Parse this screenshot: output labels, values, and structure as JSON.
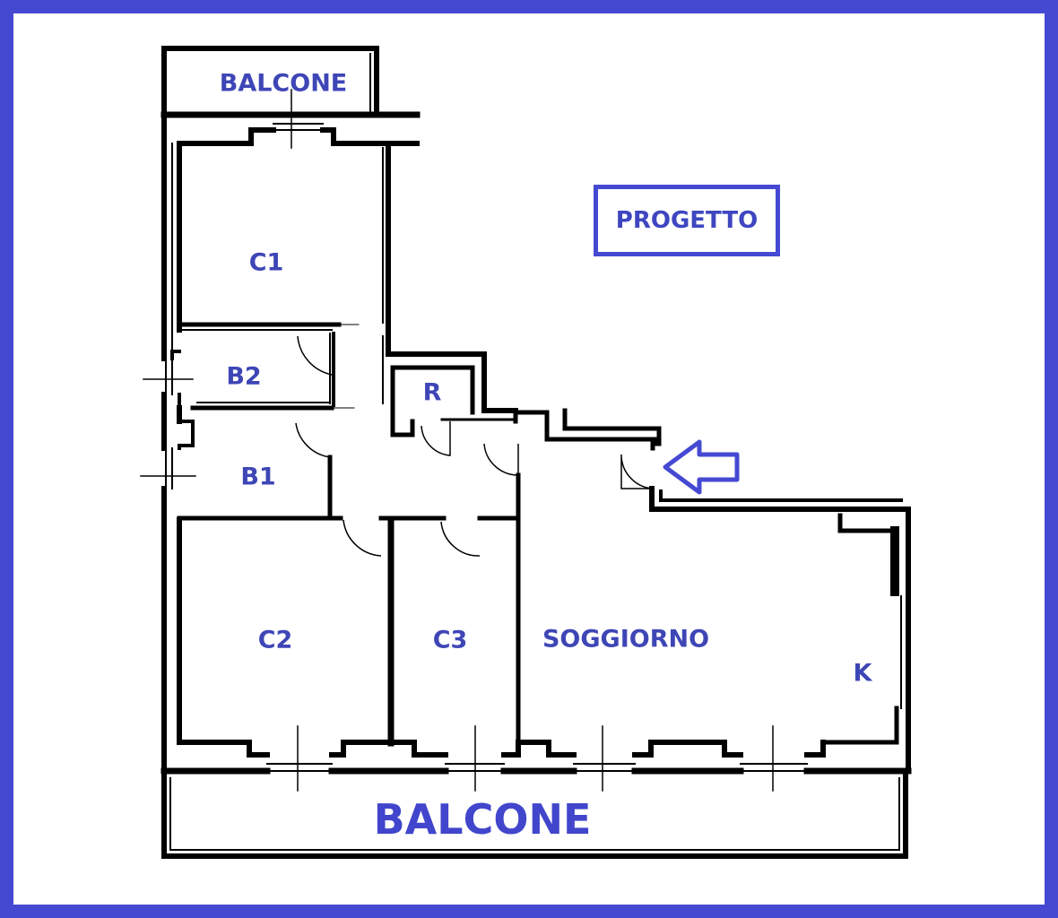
{
  "plan": {
    "stamp": "PROGETTO",
    "rooms": {
      "balcone_top": "BALCONE",
      "c1": "C1",
      "b2": "B2",
      "b1": "B1",
      "r": "R",
      "c2": "C2",
      "c3": "C3",
      "soggiorno": "SOGGIORNO",
      "k": "K",
      "balcone_bottom": "BALCONE"
    },
    "colors": {
      "frame": "#4549d2",
      "label": "#3e46b6",
      "wall": "#000000"
    },
    "entrance_icon": "arrow-left-icon"
  }
}
